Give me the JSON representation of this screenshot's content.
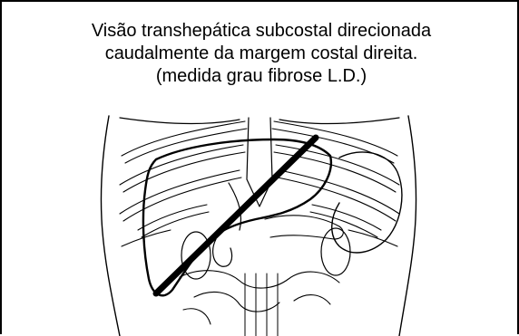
{
  "caption": {
    "line1": "Visão transhepática subcostal direcionada",
    "line2": "caudalmente da margem costal direita.",
    "line3": "(medida grau fibrose L.D.)"
  },
  "illustration": {
    "subject": "torso-anatomy-liver-ribcage",
    "probe_line_color": "#000000"
  }
}
